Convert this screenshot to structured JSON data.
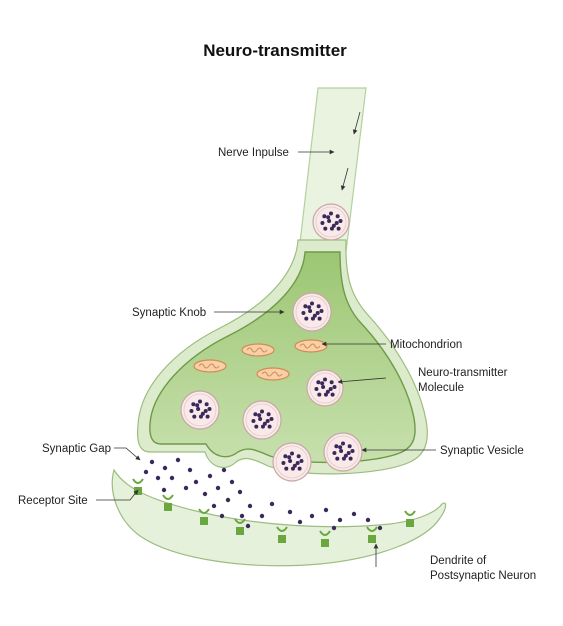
{
  "title": "Neuro-transmitter",
  "labels": {
    "nerve_impulse": "Nerve Inpulse",
    "synaptic_knob": "Synaptic Knob",
    "mitochondrion": "Mitochondrion",
    "neurotransmitter_molecule_line1": "Neuro-transmitter",
    "neurotransmitter_molecule_line2": "Molecule",
    "synaptic_gap": "Synaptic Gap",
    "synaptic_vesicle": "Synaptic Vesicle",
    "receptor_site": "Receptor Site",
    "dendrite_line1": "Dendrite of",
    "dendrite_line2": "Postsynaptic Neuron"
  },
  "colors": {
    "axon_fill": "#e9f3df",
    "knob_fill": "#a9cf7f",
    "knob_outline": "#6f9a4a",
    "dendrite_fill": "#e6f1dc",
    "vesicle_fill": "#f9e9e9",
    "vesicle_outline": "#c9a7a7",
    "molecule": "#3a2a5c",
    "mitochondrion_fill": "#f7cfa8",
    "mitochondrion_outline": "#d48a4f",
    "receptor": "#6aa83f"
  }
}
